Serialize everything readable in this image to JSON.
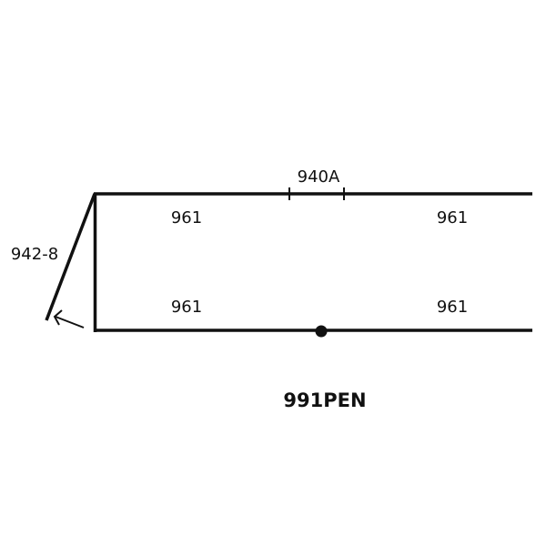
{
  "diagram": {
    "title": "991PEN",
    "labels": {
      "top_center": "940A",
      "door": "942-8",
      "top_left": "961",
      "top_right": "961",
      "bottom_left": "961",
      "bottom_right": "961"
    },
    "colors": {
      "line": "#111111",
      "background": "#ffffff"
    }
  }
}
